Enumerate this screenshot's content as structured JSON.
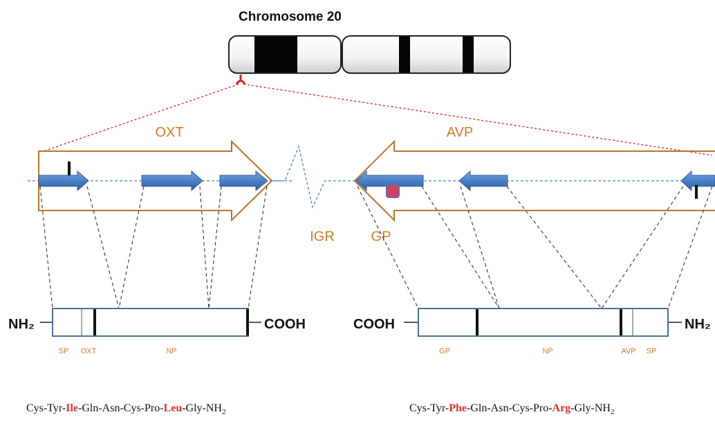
{
  "title": "Chromosome 20",
  "genes": {
    "oxt": "OXT",
    "avp": "AVP",
    "igr": "IGR",
    "gp": "GP"
  },
  "left_protein": {
    "n_term": "NH₂",
    "c_term": "COOH",
    "domains": [
      "SP",
      "OXT",
      "NP"
    ]
  },
  "right_protein": {
    "n_term": "NH₂",
    "c_term": "COOH",
    "domains": [
      "GP",
      "NP",
      "AVP",
      "SP"
    ]
  },
  "oxt_sequence": {
    "p1": "Cys-Tyr-",
    "v1": "Ile",
    "p2": "-Gln-Asn-Cys-Pro-",
    "v2": "Leu",
    "p3": "-Gly-NH",
    "sub": "2"
  },
  "avp_sequence": {
    "p1": "Cys-Tyr-",
    "v1": "Phe",
    "p2": "-Gln-Asn-Cys-Pro-",
    "v2": "Arg",
    "p3": "-Gly-NH",
    "sub": "2"
  },
  "colors": {
    "gene_label": "#d07a2a",
    "gene_outline": "#b8732e",
    "exon": "#4a7fc4",
    "variant_residue": "#e03030",
    "locus_marker": "#d42020"
  }
}
